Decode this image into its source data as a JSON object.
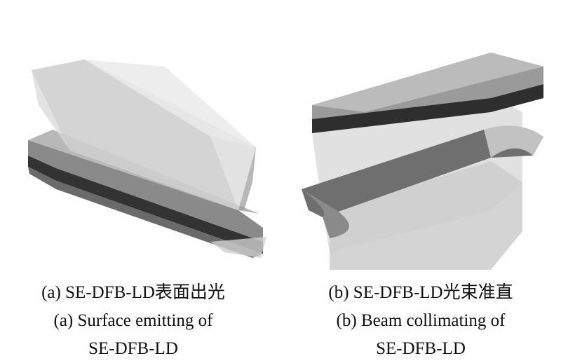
{
  "figures": [
    {
      "caption_zh": "(a) SE-DFB-LD表面出光",
      "caption_en_1": "(a) Surface emitting of",
      "caption_en_2": "SE-DFB-LD"
    },
    {
      "caption_zh": "(b) SE-DFB-LD光束准直",
      "caption_en_1": "(b) Beam collimating of",
      "caption_en_2": "SE-DFB-LD"
    }
  ]
}
